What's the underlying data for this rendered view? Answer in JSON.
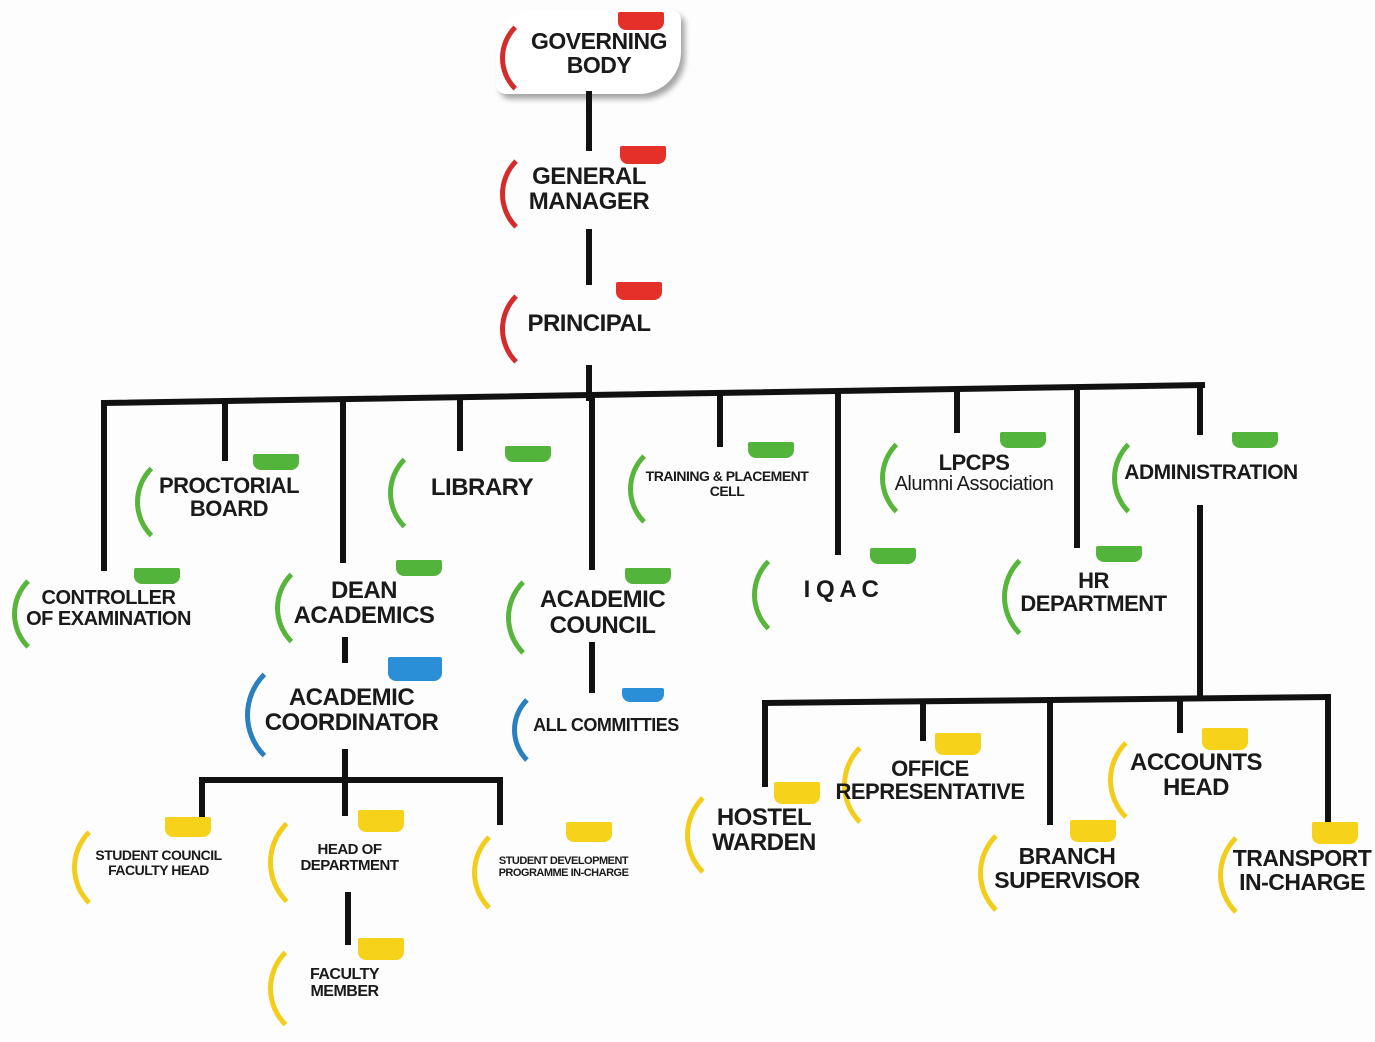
{
  "colors": {
    "level1": "#e5302a",
    "level2": "#52b43b",
    "level3": "#2a8fd6",
    "level4": "#f6d21a",
    "connector": "#111111"
  },
  "nodes": {
    "governing_body": {
      "lines": [
        "GOVERNING",
        "BODY"
      ],
      "color": "red"
    },
    "general_manager": {
      "lines": [
        "GENERAL",
        "MANAGER"
      ],
      "color": "red"
    },
    "principal": {
      "lines": [
        "PRINCIPAL"
      ],
      "color": "red"
    },
    "proctorial_board": {
      "lines": [
        "PROCTORIAL",
        "BOARD"
      ],
      "color": "green"
    },
    "library": {
      "lines": [
        "LIBRARY"
      ],
      "color": "green"
    },
    "training_placement": {
      "lines": [
        "TRAINING & PLACEMENT",
        "CELL"
      ],
      "color": "green"
    },
    "lpcps": {
      "lines": [
        "LPCPS",
        "Alumni Association"
      ],
      "color": "green"
    },
    "administration": {
      "lines": [
        "ADMINISTRATION"
      ],
      "color": "green"
    },
    "controller_exam": {
      "lines": [
        "CONTROLLER",
        "OF EXAMINATION"
      ],
      "color": "green"
    },
    "dean_academics": {
      "lines": [
        "DEAN",
        "ACADEMICS"
      ],
      "color": "green"
    },
    "academic_council": {
      "lines": [
        "ACADEMIC",
        "COUNCIL"
      ],
      "color": "green"
    },
    "iqac": {
      "lines": [
        "I Q A C"
      ],
      "color": "green"
    },
    "hr_department": {
      "lines": [
        "HR",
        "DEPARTMENT"
      ],
      "color": "green"
    },
    "academic_coordinator": {
      "lines": [
        "ACADEMIC",
        "COORDINATOR"
      ],
      "color": "blue"
    },
    "all_committies": {
      "lines": [
        "ALL COMMITTIES"
      ],
      "color": "blue"
    },
    "student_council": {
      "lines": [
        "STUDENT COUNCIL",
        "FACULTY HEAD"
      ],
      "color": "yellow"
    },
    "head_department": {
      "lines": [
        "HEAD OF",
        "DEPARTMENT"
      ],
      "color": "yellow"
    },
    "student_development": {
      "lines": [
        "STUDENT DEVELOPMENT",
        "PROGRAMME IN-CHARGE"
      ],
      "color": "yellow"
    },
    "faculty_member": {
      "lines": [
        "FACULTY",
        "MEMBER"
      ],
      "color": "yellow"
    },
    "hostel_warden": {
      "lines": [
        "HOSTEL",
        "WARDEN"
      ],
      "color": "yellow"
    },
    "office_representative": {
      "lines": [
        "OFFICE",
        "REPRESENTATIVE"
      ],
      "color": "yellow"
    },
    "branch_supervisor": {
      "lines": [
        "BRANCH",
        "SUPERVISOR"
      ],
      "color": "yellow"
    },
    "accounts_head": {
      "lines": [
        "ACCOUNTS",
        "HEAD"
      ],
      "color": "yellow"
    },
    "transport_incharge": {
      "lines": [
        "TRANSPORT",
        "IN-CHARGE"
      ],
      "color": "yellow"
    }
  }
}
